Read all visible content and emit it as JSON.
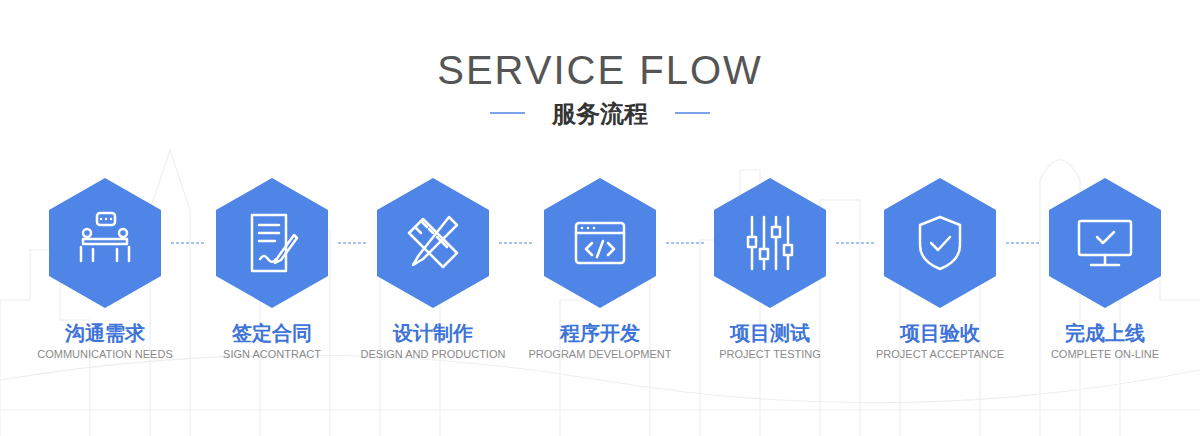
{
  "diagram": {
    "title": "SERVICE FLOW",
    "nodes": [
      {
        "text": [
          "沟通需求",
          "COMMUNICATION NEEDS"
        ]
      },
      {
        "text": [
          "签定合同",
          "SIGN ACONTRACT"
        ]
      },
      {
        "text": [
          "设计制作",
          "DESIGN AND PRODUCTION"
        ]
      },
      {
        "text": [
          "程序开发",
          "PROGRAM DEVELOPMENT"
        ]
      },
      {
        "text": [
          "项目测试",
          "PROJECT TESTING"
        ]
      },
      {
        "text": [
          "项目验收",
          "PROJECT ACCEPTANCE"
        ]
      },
      {
        "text": [
          "完成上线",
          "COMPLETE ON-LINE"
        ]
      }
    ],
    "edges": [
      {
        "from": 0,
        "to": 1,
        "arrow": "none"
      },
      {
        "from": 1,
        "to": 2,
        "arrow": "none"
      },
      {
        "from": 2,
        "to": 3,
        "arrow": "none"
      },
      {
        "from": 3,
        "to": 4,
        "arrow": "none"
      },
      {
        "from": 4,
        "to": 5,
        "arrow": "none"
      },
      {
        "from": 5,
        "to": 6,
        "arrow": "none"
      }
    ],
    "labels": [
      "服务流程"
    ]
  }
}
